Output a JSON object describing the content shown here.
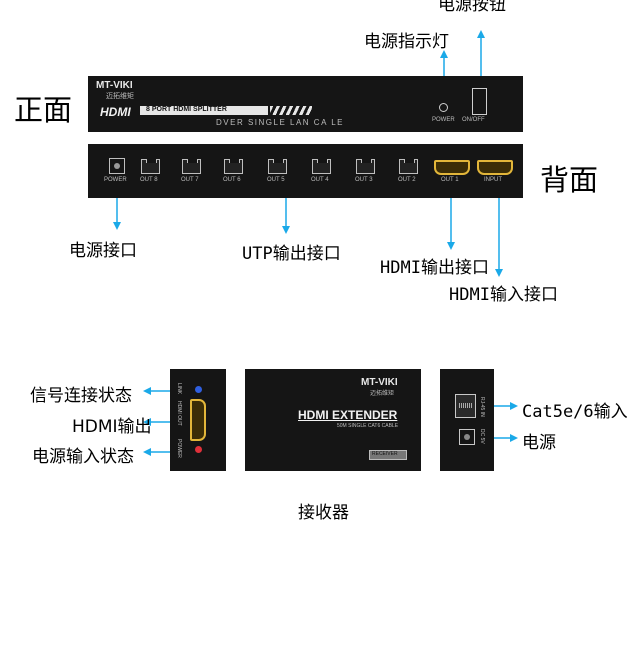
{
  "top_labels": {
    "power_button": "电源按钮",
    "power_indicator": "电源指示灯"
  },
  "side_labels": {
    "front": "正面",
    "back": "背面"
  },
  "splitter_front": {
    "brand": "MT-VIKI",
    "brand_sub": "迈拓维矩",
    "hdmi_logo": "HDMI",
    "product_line": "8 PORT HDMI SPLITTER",
    "subtitle": "DVER SINGLE LAN CA LE",
    "power_label": "POWER",
    "onoff_label": "ON/OFF"
  },
  "splitter_back": {
    "power_label": "POWER",
    "out_labels": [
      "OUT 8",
      "OUT 7",
      "OUT 6",
      "OUT 5",
      "OUT 4",
      "OUT 3",
      "OUT 2"
    ],
    "hdmi_out_label": "OUT 1",
    "input_label": "INPUT"
  },
  "bottom_labels": {
    "power_port": "电源接口",
    "utp_out": "UTP输出接口",
    "hdmi_out": "HDMI输出接口",
    "hdmi_in": "HDMI输入接口"
  },
  "receiver": {
    "left_labels": {
      "signal_status": "信号连接状态",
      "hdmi_out": "HDMI输出",
      "power_status": "电源输入状态"
    },
    "left_panel": {
      "link": "LINK",
      "hdmi_out": "HDMI OUT",
      "power": "POWER"
    },
    "front": {
      "brand": "MT-VIKI",
      "brand_sub": "迈拓维矩",
      "title": "HDMI EXTENDER",
      "subtitle": "50M SINGLE CAT6 CABLE",
      "badge": "RECEIVER"
    },
    "right_panel": {
      "rj45": "RJ-45 IN",
      "dc": "DC 5V"
    },
    "right_labels": {
      "cat_input": "Cat5e/6输入",
      "power": "电源"
    },
    "caption": "接收器",
    "colors": {
      "link_led": "#2f5fe0",
      "power_led": "#e0303a"
    }
  },
  "colors": {
    "accent_line": "#1aa9e8",
    "device_body": "#151515",
    "hdmi_gold": "#e2b63a"
  }
}
